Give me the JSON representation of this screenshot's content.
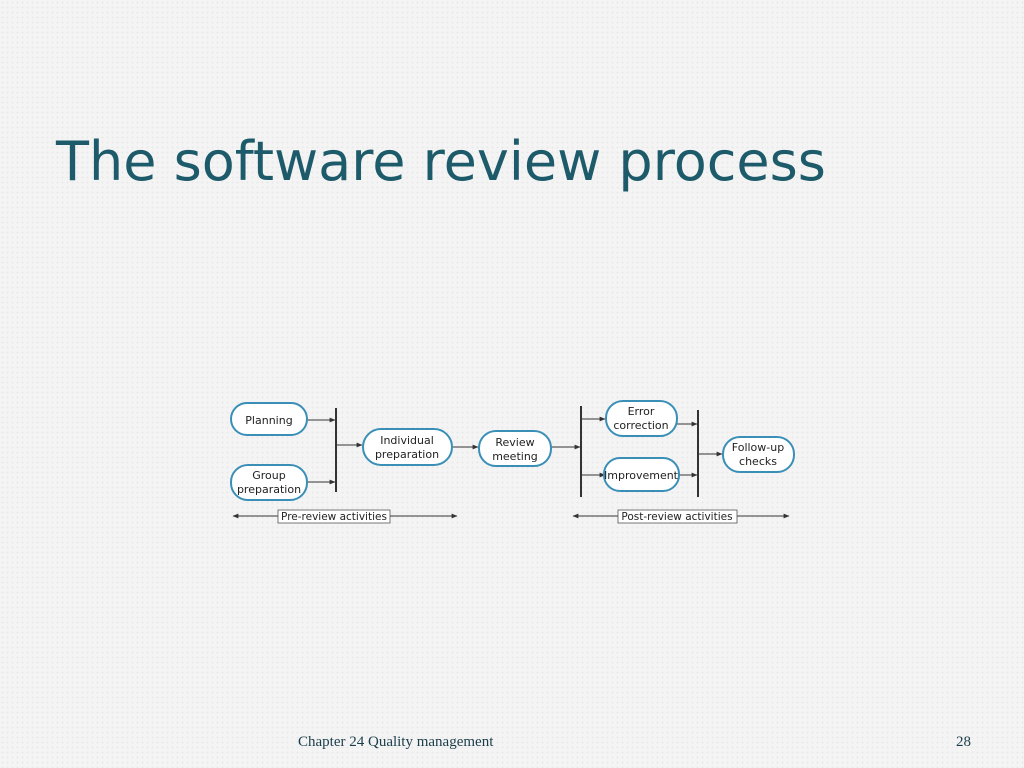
{
  "slide": {
    "title": "The software review process",
    "footer_text": "Chapter 24 Quality management",
    "page_number": "28"
  },
  "diagram": {
    "nodes": {
      "planning": [
        "Planning"
      ],
      "group_preparation": [
        "Group",
        "preparation"
      ],
      "individual_preparation": [
        "Individual",
        "preparation"
      ],
      "review_meeting": [
        "Review",
        "meeting"
      ],
      "error_correction": [
        "Error",
        "correction"
      ],
      "improvement": [
        "Improvement"
      ],
      "follow_up_checks": [
        "Follow-up",
        "checks"
      ]
    },
    "ranges": {
      "pre_review": "Pre-review activities",
      "post_review": "Post-review activities"
    },
    "colors": {
      "node_border": "#3a8fb7",
      "line": "#333333"
    }
  }
}
